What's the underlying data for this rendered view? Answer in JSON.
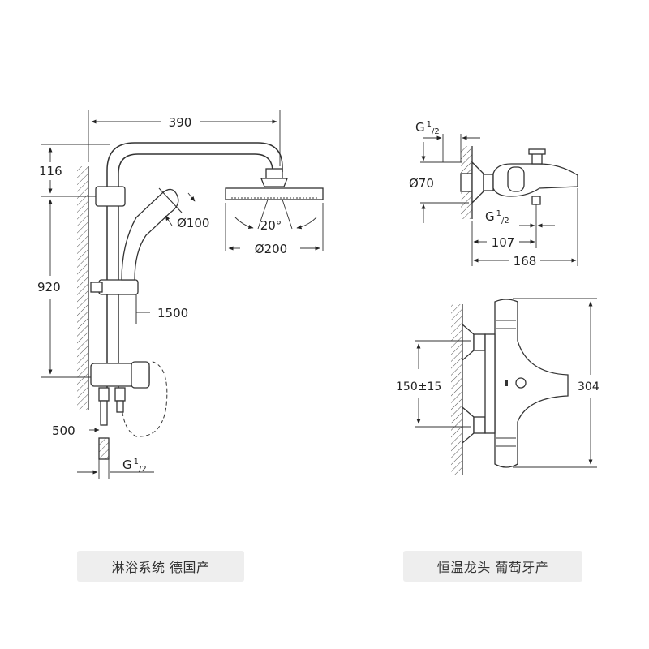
{
  "shower_system": {
    "dims": {
      "width": "390",
      "top_offset": "116",
      "height": "920",
      "hand_shower_dia": "Ø100",
      "head_dia": "Ø200",
      "angle": "20°",
      "hose": "1500",
      "inlet_hose": "500",
      "thread_main": "G",
      "thread_sup": "1",
      "thread_sub": "/2"
    },
    "caption": "淋浴系统 德国产"
  },
  "thermostat": {
    "dims": {
      "thread_top_main": "G",
      "thread_top_sup": "1",
      "thread_top_sub": "/2",
      "diameter": "Ø70",
      "thread_outlet_main": "G",
      "thread_outlet_sup": "1",
      "thread_outlet_sub": "/2",
      "depth_inner": "107",
      "depth_total": "168",
      "centers": "150±15",
      "length": "304"
    },
    "caption": "恒温龙头 葡萄牙产"
  },
  "colors": {
    "line": "#333333",
    "caption_bg": "#eeeeee"
  }
}
